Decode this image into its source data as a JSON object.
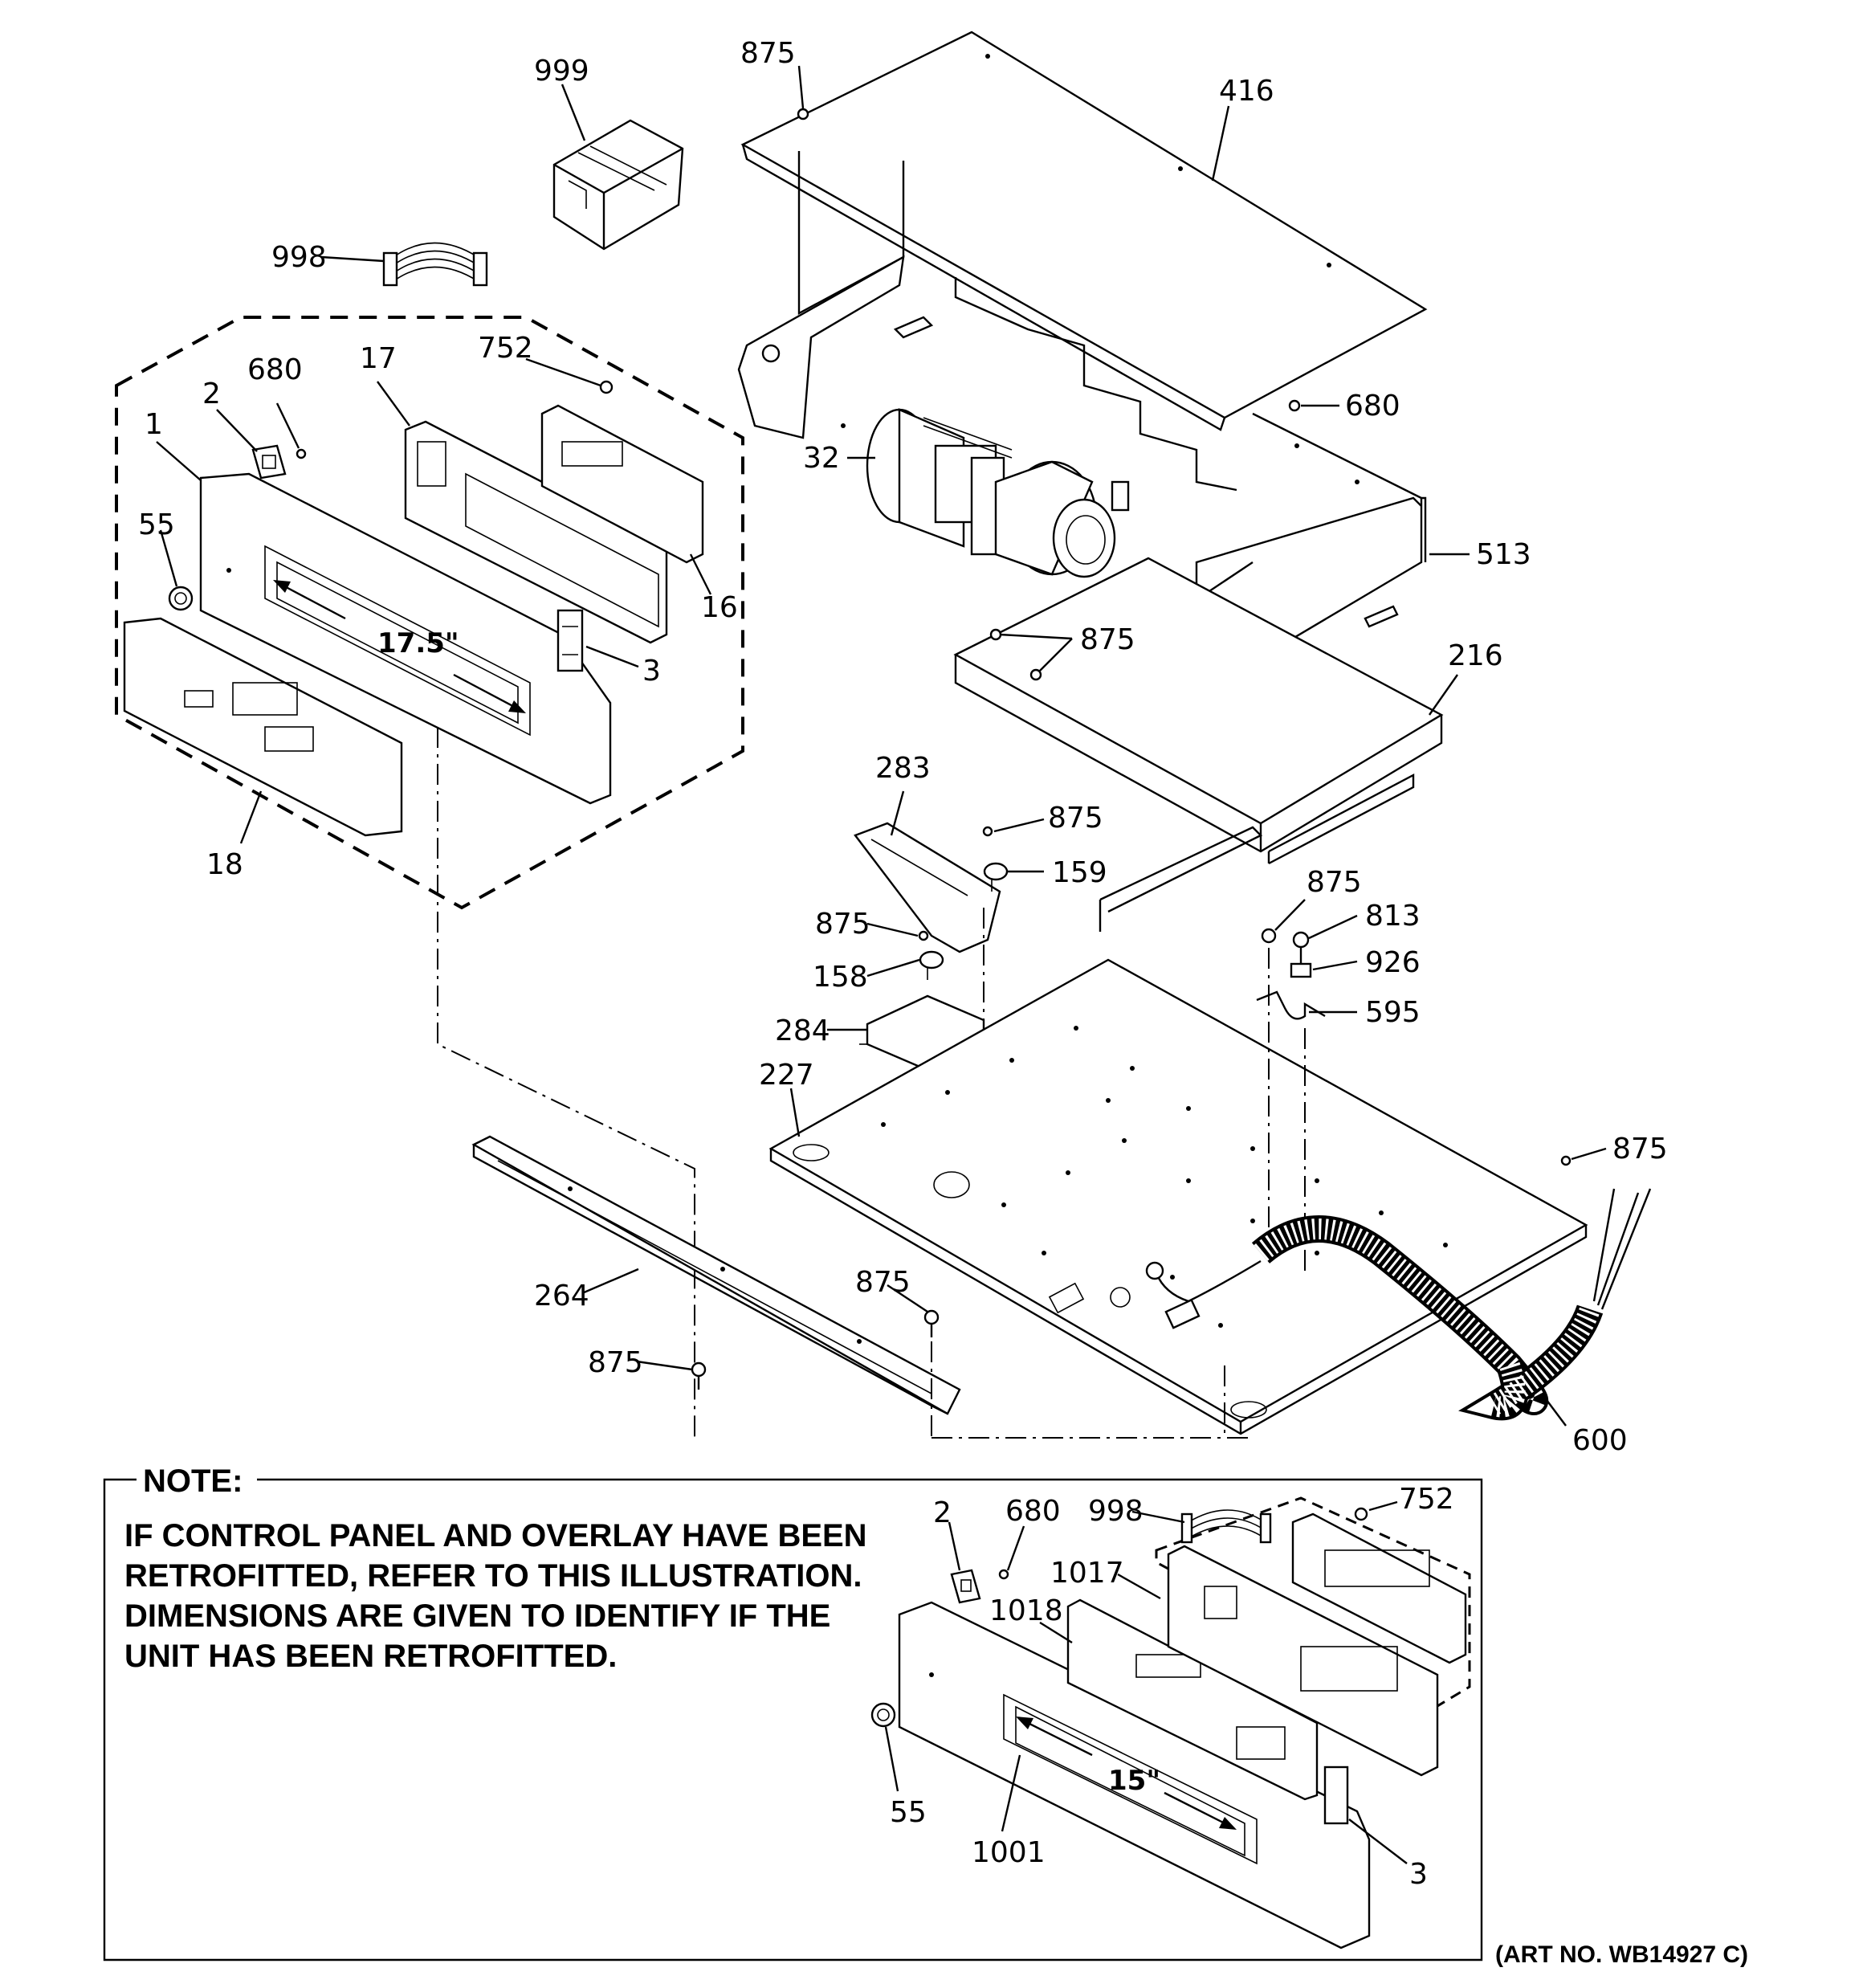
{
  "diagram": {
    "labels": {
      "p999": "999",
      "p998": "998",
      "p875_top": "875",
      "p416": "416",
      "p680_right": "680",
      "p32": "32",
      "p513": "513",
      "p875_fan": "875",
      "p216": "216",
      "p1": "1",
      "p2": "2",
      "p680": "680",
      "p17": "17",
      "p752": "752",
      "p55": "55",
      "p16": "16",
      "p3": "3",
      "p18": "18",
      "p283": "283",
      "p875_mid": "875",
      "p159": "159",
      "p875_158": "875",
      "p158": "158",
      "p284": "284",
      "p227": "227",
      "p875_813": "875",
      "p813": "813",
      "p926": "926",
      "p595": "595",
      "p875_right": "875",
      "p264": "264",
      "p875_264": "875",
      "p875_bottom": "875",
      "p600": "600"
    },
    "dimensions": {
      "main": "17.5\"",
      "retrofit": "15\""
    }
  },
  "note": {
    "title": "NOTE:",
    "lines": [
      "IF CONTROL PANEL AND OVERLAY HAVE BEEN",
      "RETROFITTED, REFER TO THIS ILLUSTRATION.",
      "DIMENSIONS ARE GIVEN TO IDENTIFY IF THE",
      "UNIT HAS BEEN RETROFITTED."
    ],
    "labels": {
      "p2": "2",
      "p680": "680",
      "p998": "998",
      "p752": "752",
      "p1017": "1017",
      "p1018": "1018",
      "p55": "55",
      "p1001": "1001",
      "p3": "3"
    }
  },
  "art_no": "(ART NO. WB14927 C)"
}
